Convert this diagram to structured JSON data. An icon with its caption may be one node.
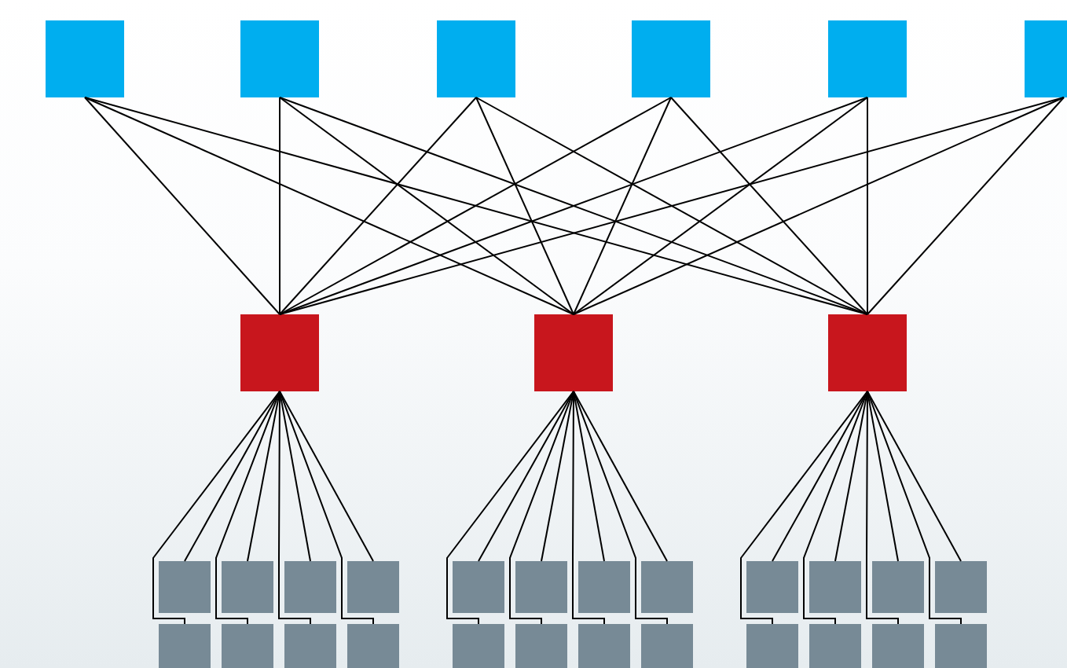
{
  "diagram": {
    "nodes": [
      {
        "text": [],
        "shape": "box"
      },
      {
        "text": [],
        "shape": "box"
      },
      {
        "text": [],
        "shape": "box"
      },
      {
        "text": [],
        "shape": "box"
      },
      {
        "text": [],
        "shape": "box"
      },
      {
        "text": [],
        "shape": "box"
      },
      {
        "text": [],
        "shape": "box"
      },
      {
        "text": [],
        "shape": "box"
      },
      {
        "text": [],
        "shape": "box"
      },
      {
        "text": [],
        "shape": "box"
      },
      {
        "text": [],
        "shape": "box"
      },
      {
        "text": [],
        "shape": "box"
      },
      {
        "text": [],
        "shape": "box"
      },
      {
        "text": [],
        "shape": "box"
      },
      {
        "text": [],
        "shape": "box"
      },
      {
        "text": [],
        "shape": "box"
      },
      {
        "text": [],
        "shape": "box"
      },
      {
        "text": [],
        "shape": "box"
      },
      {
        "text": [],
        "shape": "box"
      },
      {
        "text": [],
        "shape": "box"
      },
      {
        "text": [],
        "shape": "box"
      },
      {
        "text": [],
        "shape": "box"
      },
      {
        "text": [],
        "shape": "box"
      },
      {
        "text": [],
        "shape": "box"
      },
      {
        "text": [],
        "shape": "box"
      },
      {
        "text": [],
        "shape": "box"
      },
      {
        "text": [],
        "shape": "box"
      },
      {
        "text": [],
        "shape": "box"
      },
      {
        "text": [],
        "shape": "box"
      },
      {
        "text": [],
        "shape": "box"
      },
      {
        "text": [],
        "shape": "box"
      },
      {
        "text": [],
        "shape": "box"
      },
      {
        "text": [],
        "shape": "box"
      }
    ],
    "edges": [
      {
        "from": 0,
        "to": 6,
        "arrow": "none"
      },
      {
        "from": 0,
        "to": 7,
        "arrow": "none"
      },
      {
        "from": 0,
        "to": 8,
        "arrow": "none"
      },
      {
        "from": 1,
        "to": 6,
        "arrow": "none"
      },
      {
        "from": 1,
        "to": 7,
        "arrow": "none"
      },
      {
        "from": 1,
        "to": 8,
        "arrow": "none"
      },
      {
        "from": 2,
        "to": 6,
        "arrow": "none"
      },
      {
        "from": 2,
        "to": 7,
        "arrow": "none"
      },
      {
        "from": 2,
        "to": 8,
        "arrow": "none"
      },
      {
        "from": 3,
        "to": 6,
        "arrow": "none"
      },
      {
        "from": 3,
        "to": 7,
        "arrow": "none"
      },
      {
        "from": 3,
        "to": 8,
        "arrow": "none"
      },
      {
        "from": 4,
        "to": 6,
        "arrow": "none"
      },
      {
        "from": 4,
        "to": 7,
        "arrow": "none"
      },
      {
        "from": 4,
        "to": 8,
        "arrow": "none"
      },
      {
        "from": 5,
        "to": 6,
        "arrow": "none"
      },
      {
        "from": 5,
        "to": 7,
        "arrow": "none"
      },
      {
        "from": 5,
        "to": 8,
        "arrow": "none"
      },
      {
        "from": 6,
        "to": 9,
        "arrow": "none"
      },
      {
        "from": 6,
        "to": 10,
        "arrow": "none"
      },
      {
        "from": 6,
        "to": 11,
        "arrow": "none"
      },
      {
        "from": 6,
        "to": 12,
        "arrow": "none"
      },
      {
        "from": 6,
        "to": 21,
        "arrow": "none"
      },
      {
        "from": 6,
        "to": 22,
        "arrow": "none"
      },
      {
        "from": 6,
        "to": 23,
        "arrow": "none"
      },
      {
        "from": 6,
        "to": 24,
        "arrow": "none"
      },
      {
        "from": 7,
        "to": 13,
        "arrow": "none"
      },
      {
        "from": 7,
        "to": 14,
        "arrow": "none"
      },
      {
        "from": 7,
        "to": 15,
        "arrow": "none"
      },
      {
        "from": 7,
        "to": 16,
        "arrow": "none"
      },
      {
        "from": 7,
        "to": 25,
        "arrow": "none"
      },
      {
        "from": 7,
        "to": 26,
        "arrow": "none"
      },
      {
        "from": 7,
        "to": 27,
        "arrow": "none"
      },
      {
        "from": 7,
        "to": 28,
        "arrow": "none"
      },
      {
        "from": 8,
        "to": 17,
        "arrow": "none"
      },
      {
        "from": 8,
        "to": 18,
        "arrow": "none"
      },
      {
        "from": 8,
        "to": 19,
        "arrow": "none"
      },
      {
        "from": 8,
        "to": 20,
        "arrow": "none"
      },
      {
        "from": 8,
        "to": 29,
        "arrow": "none"
      },
      {
        "from": 8,
        "to": 30,
        "arrow": "none"
      },
      {
        "from": 8,
        "to": 31,
        "arrow": "none"
      },
      {
        "from": 8,
        "to": 32,
        "arrow": "none"
      }
    ]
  }
}
